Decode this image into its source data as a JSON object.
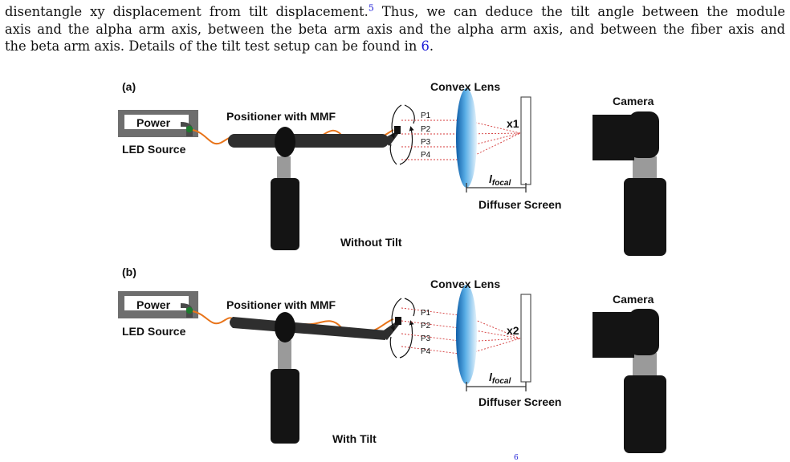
{
  "paragraph": {
    "line1": "disentangle xy displacement from tilt displacement.",
    "line1_ref": "5",
    "line1_after": " Thus, we can deduce the tilt angle between the module",
    "line2": "axis and the alpha arm axis, between the beta arm axis and the alpha arm axis, and between the fiber axis and",
    "line3_before": "the beta arm axis. Details of the tilt test setup can be found in ",
    "line3_ref": "6",
    "line3_after": "."
  },
  "panel_a": {
    "tag": "(a)",
    "power": "Power",
    "led_source": "LED Source",
    "positioner": "Positioner with MMF",
    "convex_lens": "Convex Lens",
    "camera": "Camera",
    "diffuser": "Diffuser Screen",
    "caption": "Without Tilt",
    "spot": "x1",
    "focal_main": "l",
    "focal_sub": "focal",
    "points": [
      "P1",
      "P2",
      "P3",
      "P4"
    ]
  },
  "panel_b": {
    "tag": "(b)",
    "power": "Power",
    "led_source": "LED Source",
    "positioner": "Positioner with MMF",
    "convex_lens": "Convex Lens",
    "camera": "Camera",
    "diffuser": "Diffuser Screen",
    "caption": "With Tilt",
    "spot": "x2",
    "focal_main": "l",
    "focal_sub": "focal",
    "points": [
      "P1",
      "P2",
      "P3",
      "P4"
    ]
  },
  "footer_ref": "6",
  "colors": {
    "link": "#1a1ad6",
    "cable": "#e8741a",
    "lens": "#2a86cc",
    "led": "#1d7a2e",
    "ray": "#d43b3b"
  }
}
